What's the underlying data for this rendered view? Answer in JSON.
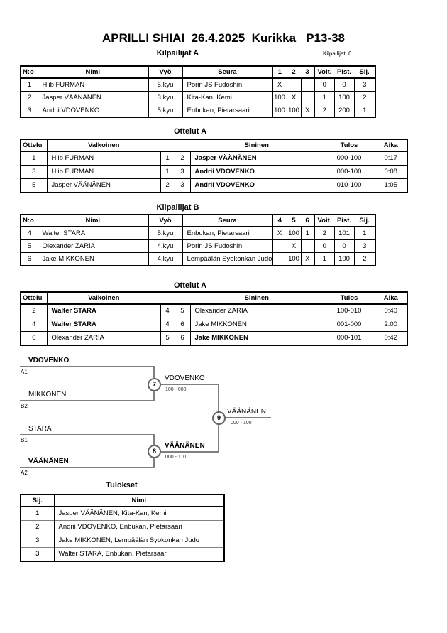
{
  "page": {
    "title": "APRILLI SHIAI  26.4.2025  Kurikka   P13-38",
    "competitors_label": "Kilpailijat: 6"
  },
  "group_a": {
    "title": "Kilpailijat A",
    "headers": {
      "no": "N:o",
      "name": "Nimi",
      "belt": "Vyö",
      "club": "Seura",
      "c1": "1",
      "c2": "2",
      "c3": "3",
      "wins": "Voit.",
      "points": "Pist.",
      "place": "Sij."
    },
    "rows": [
      {
        "no": "1",
        "name": "Hlib FURMAN",
        "belt": "5.kyu",
        "club": "Porin JS Fudoshin",
        "r1": "X",
        "r2": "",
        "r3": "",
        "wins": "0",
        "points": "0",
        "place": "3"
      },
      {
        "no": "2",
        "name": "Jasper VÄÄNÄNEN",
        "belt": "3.kyu",
        "club": "Kita-Kan, Kemi",
        "r1": "100",
        "r2": "X",
        "r3": "",
        "wins": "1",
        "points": "100",
        "place": "2"
      },
      {
        "no": "3",
        "name": "Andrii VDOVENKO",
        "belt": "5.kyu",
        "club": "Enbukan, Pietarsaari",
        "r1": "100",
        "r2": "100",
        "r3": "X",
        "wins": "2",
        "points": "200",
        "place": "1"
      }
    ]
  },
  "matches_a": {
    "title": "Ottelut A",
    "headers": {
      "match": "Ottelu",
      "white": "Valkoinen",
      "blue": "Sininen",
      "result": "Tulos",
      "time": "Aika"
    },
    "rows": [
      {
        "match": "1",
        "white": "Hlib FURMAN",
        "white_no": "1",
        "blue_no": "2",
        "blue": "Jasper VÄÄNÄNEN",
        "result": "000-100",
        "time": "0:17",
        "winner": "blue"
      },
      {
        "match": "3",
        "white": "Hlib FURMAN",
        "white_no": "1",
        "blue_no": "3",
        "blue": "Andrii VDOVENKO",
        "result": "000-100",
        "time": "0:08",
        "winner": "blue"
      },
      {
        "match": "5",
        "white": "Jasper VÄÄNÄNEN",
        "white_no": "2",
        "blue_no": "3",
        "blue": "Andrii VDOVENKO",
        "result": "010-100",
        "time": "1:05",
        "winner": "blue"
      }
    ]
  },
  "group_b": {
    "title": "Kilpailijat B",
    "headers": {
      "no": "N:o",
      "name": "Nimi",
      "belt": "Vyö",
      "club": "Seura",
      "c1": "4",
      "c2": "5",
      "c3": "6",
      "wins": "Voit.",
      "points": "Pist.",
      "place": "Sij."
    },
    "rows": [
      {
        "no": "4",
        "name": "Walter STARA",
        "belt": "5.kyu",
        "club": "Enbukan, Pietarsaari",
        "r1": "X",
        "r2": "100",
        "r3": "1",
        "wins": "2",
        "points": "101",
        "place": "1"
      },
      {
        "no": "5",
        "name": "Olexander ZARIA",
        "belt": "4.kyu",
        "club": "Porin JS Fudoshin",
        "r1": "",
        "r2": "X",
        "r3": "",
        "wins": "0",
        "points": "0",
        "place": "3"
      },
      {
        "no": "6",
        "name": "Jake MIKKONEN",
        "belt": "4.kyu",
        "club": "Lempäälän Syokonkan Judo",
        "r1": "",
        "r2": "100",
        "r3": "X",
        "wins": "1",
        "points": "100",
        "place": "2"
      }
    ]
  },
  "matches_b": {
    "title": "Ottelut A",
    "headers": {
      "match": "Ottelu",
      "white": "Valkoinen",
      "blue": "Sininen",
      "result": "Tulos",
      "time": "Aika"
    },
    "rows": [
      {
        "match": "2",
        "white": "Walter STARA",
        "white_no": "4",
        "blue_no": "5",
        "blue": "Olexander ZARIA",
        "result": "100-010",
        "time": "0:40",
        "winner": "white"
      },
      {
        "match": "4",
        "white": "Walter STARA",
        "white_no": "4",
        "blue_no": "6",
        "blue": "Jake MIKKONEN",
        "result": "001-000",
        "time": "2:00",
        "winner": "white"
      },
      {
        "match": "6",
        "white": "Olexander ZARIA",
        "white_no": "5",
        "blue_no": "6",
        "blue": "Jake MIKKONEN",
        "result": "000-101",
        "time": "0:42",
        "winner": "blue"
      }
    ]
  },
  "bracket": {
    "seeds": [
      {
        "label": "A1",
        "name": "VDOVENKO",
        "bold": true
      },
      {
        "label": "B2",
        "name": "MIKKONEN",
        "bold": false
      },
      {
        "label": "B1",
        "name": "STARA",
        "bold": false
      },
      {
        "label": "A2",
        "name": "VÄÄNÄNEN",
        "bold": true
      }
    ],
    "matches": [
      {
        "number": "7",
        "winner": "VDOVENKO",
        "score": "100 - 000",
        "bold": false
      },
      {
        "number": "8",
        "winner": "VÄÄNÄNEN",
        "score": "000 - 110",
        "bold": true
      },
      {
        "number": "9",
        "winner": "VÄÄNÄNEN",
        "score": "000 - 100",
        "bold": false
      }
    ]
  },
  "results": {
    "title": "Tulokset",
    "headers": {
      "place": "Sij.",
      "name": "Nimi"
    },
    "rows": [
      {
        "place": "1",
        "name": "Jasper VÄÄNÄNEN, Kita-Kan, Kemi"
      },
      {
        "place": "2",
        "name": "Andrii VDOVENKO, Enbukan, Pietarsaari"
      },
      {
        "place": "3",
        "name": "Jake MIKKONEN, Lempäälän Syokonkan Judo"
      },
      {
        "place": "3",
        "name": "Walter STARA, Enbukan, Pietarsaari"
      }
    ]
  }
}
